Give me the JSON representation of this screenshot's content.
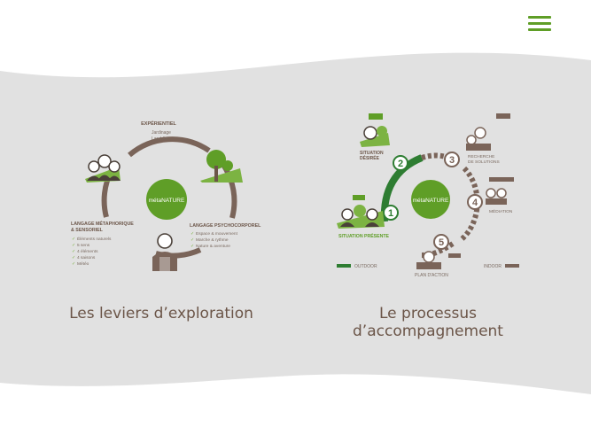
{
  "header": {
    "menu_icon": "hamburger-menu-icon"
  },
  "colors": {
    "accent": "#5f9e27",
    "brown": "#7a6459",
    "band": "#e1e1e1"
  },
  "left_diagram": {
    "center_label": "métaNATURE",
    "top_title": "EXPÉRIENTIEL",
    "top_items": [
      "Jardinage",
      "Land Art"
    ],
    "left_title_1": "LANGAGE MÉTAPHORIQUE",
    "left_title_2": "& SENSORIEL",
    "left_items": [
      "Éléments naturels",
      "5 sens",
      "4 éléments",
      "4 saisons",
      "Météo"
    ],
    "right_title": "LANGAGE PSYCHOCORPOREL",
    "right_items": [
      "Espace & mouvement",
      "Marche & rythme",
      "Nature & aventure"
    ]
  },
  "right_diagram": {
    "center_label": "métaNATURE",
    "steps": [
      "1",
      "2",
      "3",
      "4",
      "5"
    ],
    "situation_desiree_1": "SITUATION",
    "situation_desiree_2": "DÉSIRÉE",
    "recherche_1": "RECHERCHE",
    "recherche_2": "DE SOLUTIONS",
    "mediation": "MÉDIATION",
    "situation_presente": "SITUATION PRÉSENTE",
    "plan_action": "PLAN D'ACTION",
    "outdoor": "OUTDOOR",
    "indoor": "INDOOR"
  },
  "captions": {
    "left": "Les leviers d’exploration",
    "right_line1": "Le processus",
    "right_line2": "d’accompagnement"
  }
}
